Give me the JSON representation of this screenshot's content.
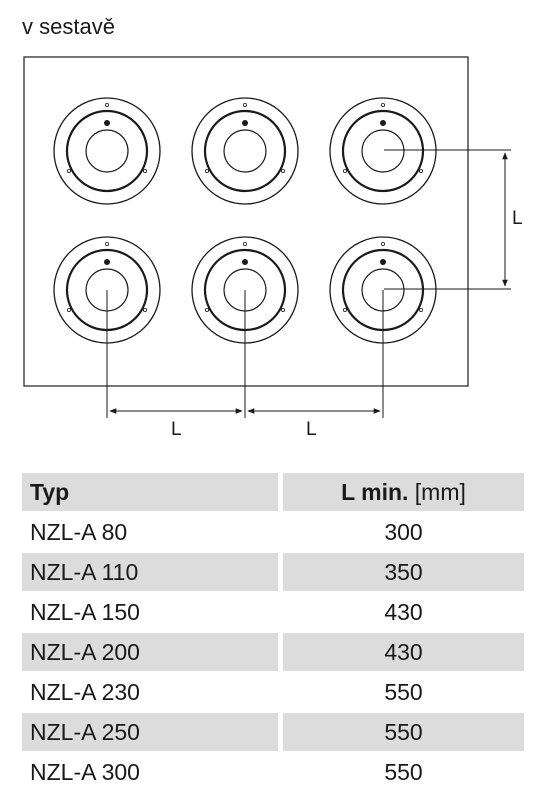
{
  "caption": "v sestavě",
  "dimension_label": "L",
  "table": {
    "header": {
      "typ": "Typ",
      "lmin": "L min.",
      "unit": "[mm]"
    },
    "rows": [
      {
        "typ": "NZL-A 80",
        "lmin": "300"
      },
      {
        "typ": "NZL-A 110",
        "lmin": "350"
      },
      {
        "typ": "NZL-A 150",
        "lmin": "430"
      },
      {
        "typ": "NZL-A 200",
        "lmin": "430"
      },
      {
        "typ": "NZL-A 230",
        "lmin": "550"
      },
      {
        "typ": "NZL-A 250",
        "lmin": "550"
      },
      {
        "typ": "NZL-A 300",
        "lmin": "550"
      }
    ]
  },
  "colors": {
    "row_shade": "#dcdcdc",
    "line": "#1a1a1a"
  }
}
